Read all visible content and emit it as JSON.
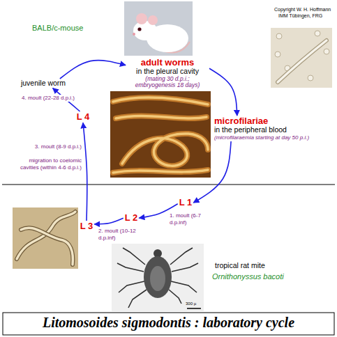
{
  "diagram": {
    "caption": "Litomosoides sigmodontis : laboratory cycle",
    "nodes": [
      {
        "text": [
          "adult worms",
          "in the pleural cavity",
          "(mating 30 d.p.i.; embryogenesis 18 days)"
        ]
      },
      {
        "text": [
          "microfilariae",
          "in the peripheral blood",
          "(microfilaraemia starting at day 50 p.i.)"
        ]
      },
      {
        "text": [
          "L 1"
        ]
      },
      {
        "text": [
          "L 2"
        ]
      },
      {
        "text": [
          "L 3"
        ]
      },
      {
        "text": [
          "L 4"
        ]
      },
      {
        "text": [
          "juvenile worm"
        ]
      }
    ],
    "edges": [
      {
        "from": 0,
        "to": 1,
        "arrow": "to"
      },
      {
        "from": 1,
        "to": 2,
        "arrow": "to"
      },
      {
        "from": 2,
        "to": 3,
        "label": "1. moult (6-7 d.p.inf)",
        "arrow": "to"
      },
      {
        "from": 3,
        "to": 4,
        "label": "2. moult (10-12 d.p.inf)",
        "arrow": "to"
      },
      {
        "from": 4,
        "to": 5,
        "label": "3. moult (8-9 d.p.i.)",
        "arrow": "to"
      },
      {
        "from": 5,
        "to": 6,
        "label": "4. moult (22-28 d.p.i.)",
        "arrow": "to"
      },
      {
        "from": 6,
        "to": 0,
        "arrow": "to"
      }
    ],
    "labels": [
      "BALB/c-mouse",
      "Copyright W. H. Hoffmann",
      "IMM Tübingen, FRG",
      "migration to coelomic cavities (within 4-6 d.p.i.)",
      "tropical rat mite",
      "Ornithonyssus bacoti",
      "300 µ"
    ]
  }
}
